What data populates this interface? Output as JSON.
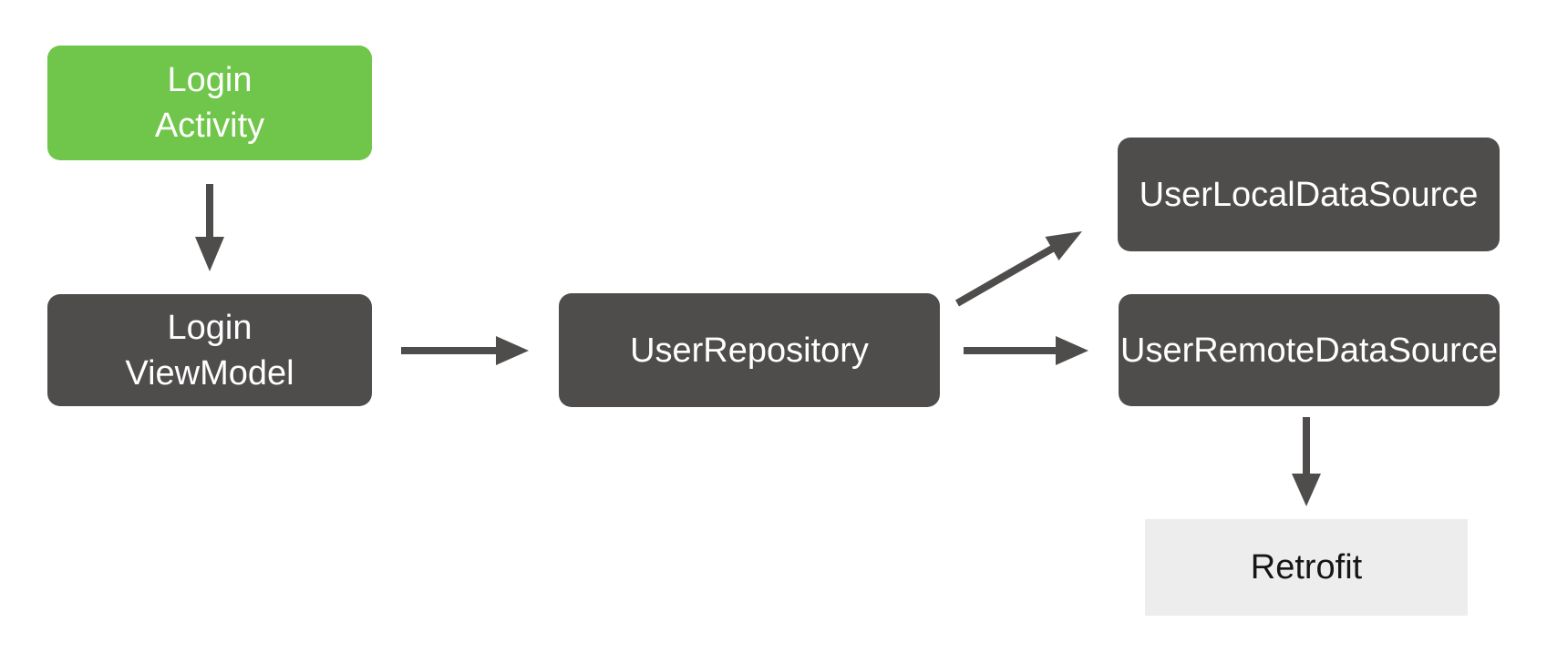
{
  "colors": {
    "background": "#FFFFFF",
    "activity_green": "#70C64A",
    "node_dark": "#4F4C4C",
    "retrofit_bg": "#EDEDED",
    "arrow": "#4F4C4C",
    "text_light": "#FFFFFF",
    "text_dark": "#161616"
  },
  "nodes": {
    "login_activity": {
      "lines": [
        "Login",
        "Activity"
      ]
    },
    "login_viewmodel": {
      "lines": [
        "Login",
        "ViewModel"
      ]
    },
    "user_repository": {
      "label": "UserRepository"
    },
    "user_local_data_source": {
      "label": "UserLocalDataSource"
    },
    "user_remote_data_source": {
      "label": "UserRemoteDataSource"
    },
    "retrofit": {
      "label": "Retrofit"
    }
  },
  "edges": [
    {
      "from": "LoginActivity",
      "to": "LoginViewModel"
    },
    {
      "from": "LoginViewModel",
      "to": "UserRepository"
    },
    {
      "from": "UserRepository",
      "to": "UserLocalDataSource"
    },
    {
      "from": "UserRepository",
      "to": "UserRemoteDataSource"
    },
    {
      "from": "UserRemoteDataSource",
      "to": "Retrofit"
    }
  ]
}
